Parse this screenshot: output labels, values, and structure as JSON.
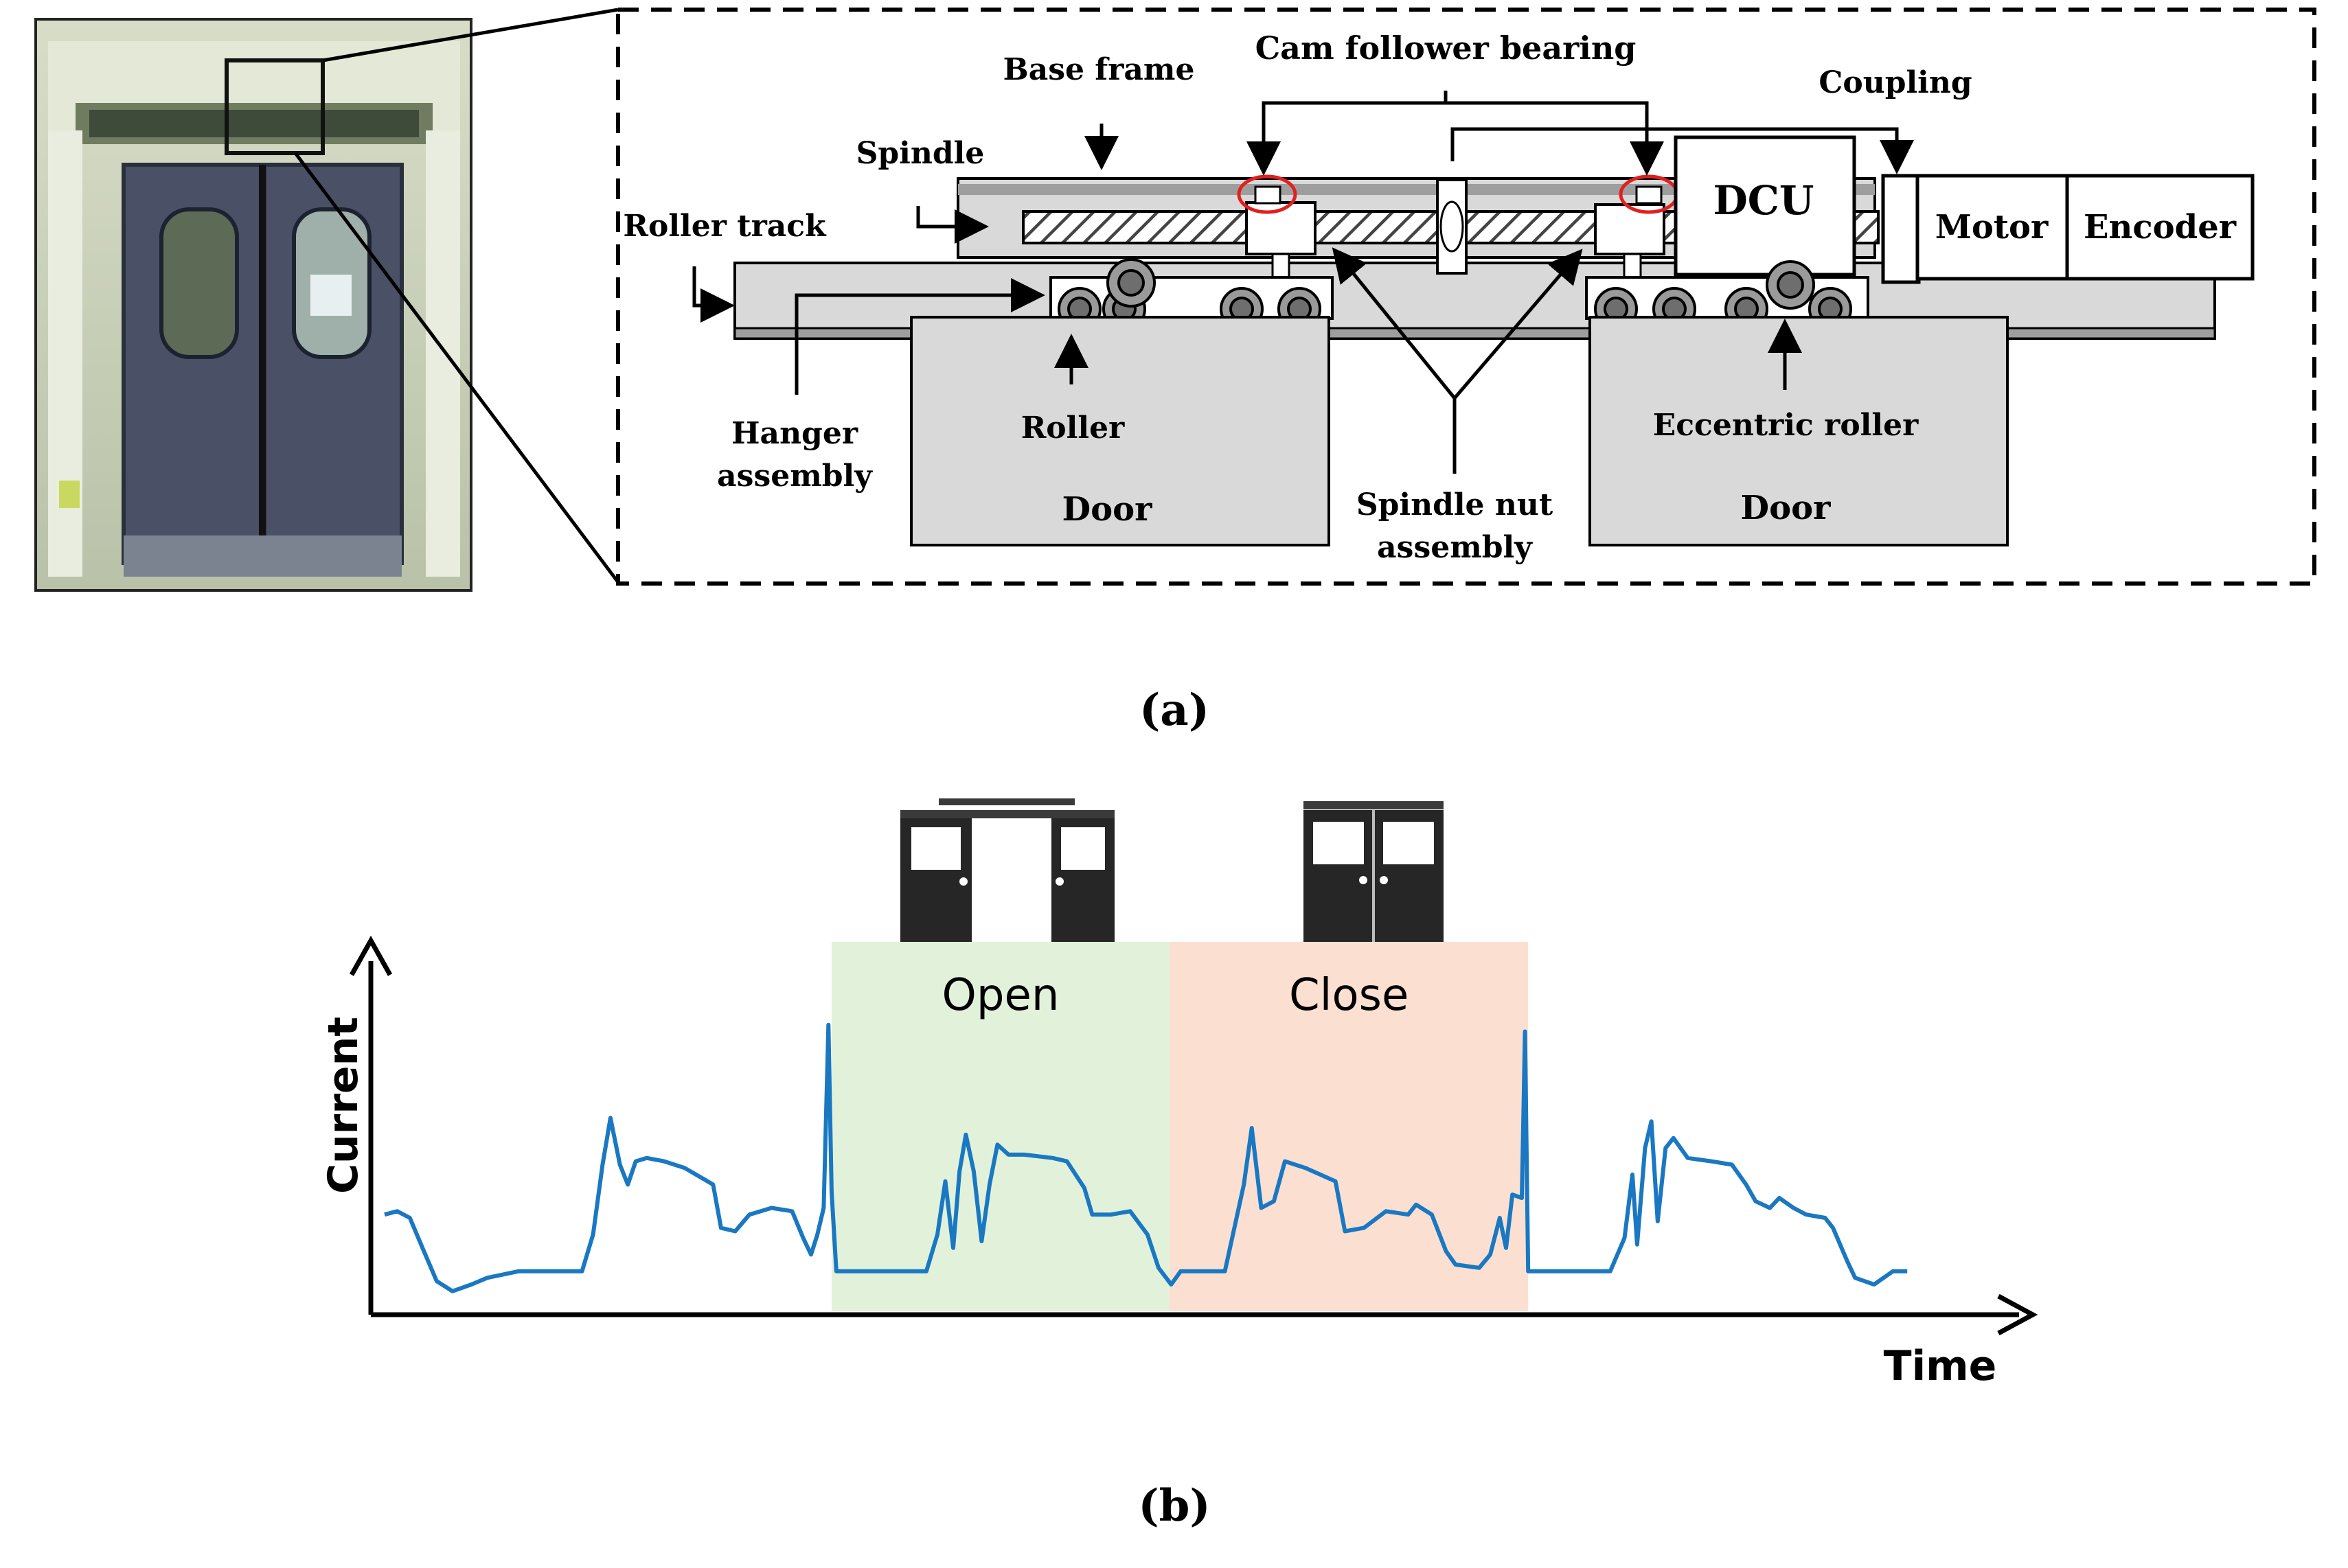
{
  "figure_a": {
    "caption": "(a)",
    "labels": {
      "base_frame": "Base frame",
      "cam_follower_bearing": "Cam follower bearing",
      "coupling": "Coupling",
      "spindle": "Spindle",
      "roller_track": "Roller track",
      "dcu": "DCU",
      "motor": "Motor",
      "encoder": "Encoder",
      "hanger_assembly_line1": "Hanger",
      "hanger_assembly_line2": "assembly",
      "roller": "Roller",
      "eccentric_roller": "Eccentric roller",
      "door_left": "Door",
      "door_right": "Door",
      "spindle_nut_line1": "Spindle nut",
      "spindle_nut_line2": "assembly"
    },
    "colors": {
      "frame_fill": "#d9d9d9",
      "door_fill": "#d9d9d9",
      "highlight_ring": "#e02020",
      "hatch": "#444444"
    }
  },
  "figure_b": {
    "caption": "(b)",
    "phases": [
      {
        "label": "Open",
        "color": "#e2f2da"
      },
      {
        "label": "Close",
        "color": "#fbe0d2"
      }
    ],
    "line_color": "#1a78c2",
    "icons": [
      "open-door-icon",
      "closed-door-icon"
    ]
  },
  "chart_data": {
    "type": "line",
    "xlabel": "Time",
    "ylabel": "Current",
    "grid": false,
    "legend": "none",
    "xlim": [
      0,
      100
    ],
    "ylim": [
      0,
      100
    ],
    "shaded_regions": [
      {
        "label": "Open",
        "x": [
          28.3,
          49.7
        ]
      },
      {
        "label": "Close",
        "x": [
          49.7,
          72.4
        ]
      }
    ],
    "series": [
      {
        "values": [
          [
            0,
            28
          ],
          [
            0.8,
            29
          ],
          [
            1.6,
            27
          ],
          [
            2.4,
            18
          ],
          [
            3.3,
            8
          ],
          [
            4.3,
            5
          ],
          [
            5.5,
            7
          ],
          [
            6.5,
            9
          ],
          [
            8.5,
            11
          ],
          [
            10,
            11
          ],
          [
            11.3,
            11
          ],
          [
            12.5,
            11
          ],
          [
            13.2,
            22
          ],
          [
            13.8,
            43
          ],
          [
            14.3,
            57
          ],
          [
            14.9,
            43
          ],
          [
            15.4,
            37
          ],
          [
            15.9,
            44
          ],
          [
            16.6,
            45
          ],
          [
            17.7,
            44
          ],
          [
            19,
            42
          ],
          [
            20.8,
            37
          ],
          [
            21.3,
            24
          ],
          [
            22.2,
            23
          ],
          [
            23.1,
            28
          ],
          [
            24.5,
            30
          ],
          [
            25.8,
            29
          ],
          [
            26.5,
            21
          ],
          [
            27,
            16
          ],
          [
            27.4,
            22
          ],
          [
            27.8,
            30
          ],
          [
            28.1,
            85
          ],
          [
            28.3,
            35
          ],
          [
            28.6,
            11
          ],
          [
            31,
            11
          ],
          [
            33,
            11
          ],
          [
            34.3,
            11
          ],
          [
            35,
            22
          ],
          [
            35.5,
            38
          ],
          [
            36,
            18
          ],
          [
            36.4,
            41
          ],
          [
            36.8,
            52
          ],
          [
            37.3,
            41
          ],
          [
            37.8,
            20
          ],
          [
            38.3,
            37
          ],
          [
            38.8,
            49
          ],
          [
            39.5,
            46
          ],
          [
            40.5,
            46
          ],
          [
            42.3,
            45
          ],
          [
            43.2,
            44
          ],
          [
            44.3,
            36
          ],
          [
            44.8,
            28
          ],
          [
            46,
            28
          ],
          [
            47.2,
            29
          ],
          [
            48.3,
            22
          ],
          [
            49,
            12
          ],
          [
            49.8,
            7
          ],
          [
            50.4,
            11
          ],
          [
            52.4,
            11
          ],
          [
            53.2,
            11
          ],
          [
            53.8,
            24
          ],
          [
            54.4,
            37
          ],
          [
            54.9,
            54
          ],
          [
            55.5,
            30
          ],
          [
            56.3,
            32
          ],
          [
            57,
            44
          ],
          [
            58.3,
            42
          ],
          [
            60.2,
            38
          ],
          [
            60.8,
            23
          ],
          [
            62,
            24
          ],
          [
            63.4,
            29
          ],
          [
            64.8,
            28
          ],
          [
            65.3,
            31
          ],
          [
            66.3,
            28
          ],
          [
            67.2,
            17
          ],
          [
            67.8,
            13
          ],
          [
            69.3,
            12
          ],
          [
            70,
            16
          ],
          [
            70.6,
            27
          ],
          [
            71,
            18
          ],
          [
            71.4,
            34
          ],
          [
            72,
            33
          ],
          [
            72.2,
            83
          ],
          [
            72.4,
            11
          ],
          [
            75,
            11
          ],
          [
            77.6,
            11
          ],
          [
            78.5,
            21
          ],
          [
            79,
            40
          ],
          [
            79.3,
            19
          ],
          [
            79.8,
            48
          ],
          [
            80.2,
            56
          ],
          [
            80.6,
            26
          ],
          [
            81.1,
            48
          ],
          [
            81.6,
            51
          ],
          [
            82.5,
            45
          ],
          [
            84,
            44
          ],
          [
            85.3,
            43
          ],
          [
            86.2,
            37
          ],
          [
            86.8,
            32
          ],
          [
            87.7,
            30
          ],
          [
            88.3,
            33
          ],
          [
            89.2,
            30
          ],
          [
            90,
            28
          ],
          [
            91.2,
            27
          ],
          [
            91.7,
            24
          ],
          [
            92.6,
            14
          ],
          [
            93.1,
            9
          ],
          [
            94.3,
            7
          ],
          [
            95.5,
            11
          ],
          [
            96.4,
            11
          ]
        ]
      }
    ]
  }
}
